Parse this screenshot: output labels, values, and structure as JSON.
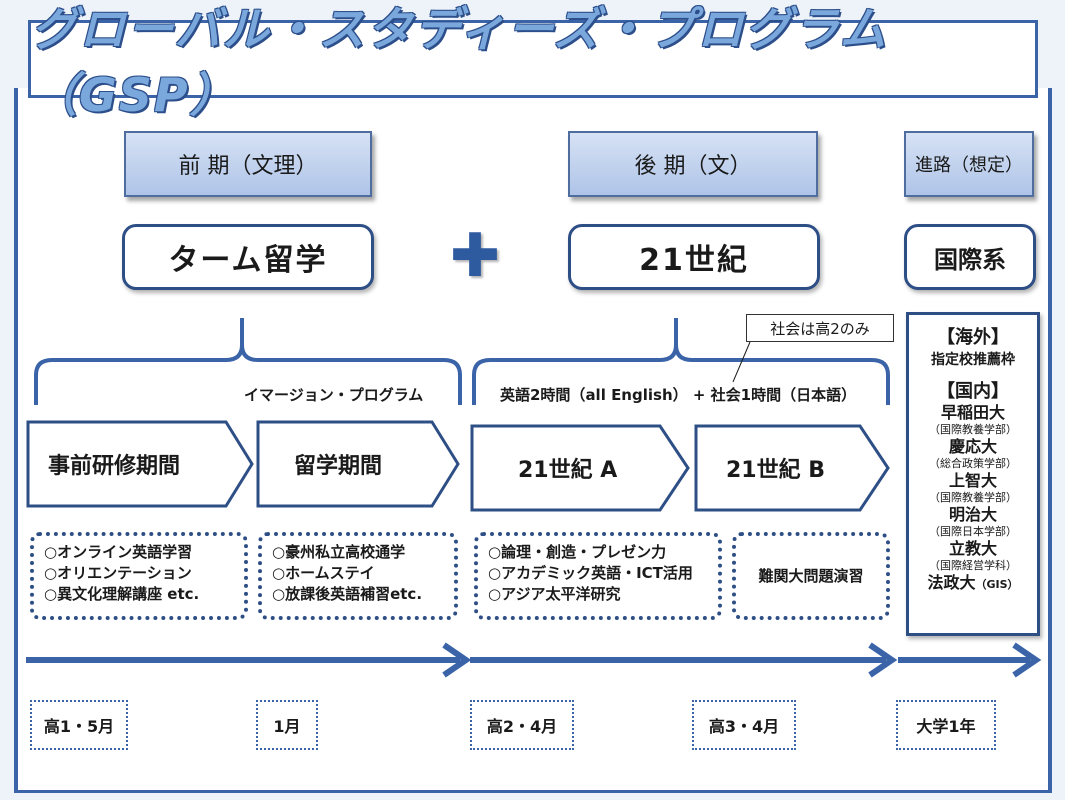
{
  "title": "グローバル・スタディーズ・プログラム（GSP）",
  "headers": {
    "early": "前 期（文理）",
    "late": "後 期（文）",
    "career": "進路（想定）"
  },
  "programs": {
    "term_study": "ターム留学",
    "century21": "21世紀",
    "international": "国際系"
  },
  "plus_symbol": "✚",
  "callout": "社会は高2のみ",
  "labels": {
    "immersion": "イマージョン・プログラム",
    "english_social": "英語2時間（all English） + 社会1時間（日本語）"
  },
  "phases": [
    "事前研修期間",
    "留学期間",
    "21世紀 A",
    "21世紀 B"
  ],
  "details": {
    "pre": [
      "○オンライン英語学習",
      "○オリエンテーション",
      "○異文化理解講座 etc."
    ],
    "abroad": [
      "○豪州私立高校通学",
      "○ホームステイ",
      "○放課後英語補習etc."
    ],
    "a": [
      "○論理・創造・プレゼン力",
      "○アカデミック英語・ICT活用",
      "○アジア太平洋研究"
    ],
    "b": [
      "難関大問題演習"
    ]
  },
  "dates": [
    "高1・5月",
    "1月",
    "高2・4月",
    "高3・4月",
    "大学1年"
  ],
  "career_panel": {
    "overseas_title": "【海外】",
    "overseas_note": "指定校推薦枠",
    "domestic_title": "【国内】",
    "universities": [
      {
        "name": "早稲田大",
        "faculty": "（国際教養学部）"
      },
      {
        "name": "慶応大",
        "faculty": "（総合政策学部）"
      },
      {
        "name": "上智大",
        "faculty": "（国際教養学部）"
      },
      {
        "name": "明治大",
        "faculty": "（国際日本学部）"
      },
      {
        "name": "立教大",
        "faculty": "（国際経営学科）"
      },
      {
        "name": "法政大",
        "faculty": "（GIS）"
      }
    ]
  },
  "colors": {
    "primary": "#2e4f86",
    "accent": "#3a63a8",
    "title_fill": "#7aa8dc",
    "header_fill": "#aec4e8"
  }
}
